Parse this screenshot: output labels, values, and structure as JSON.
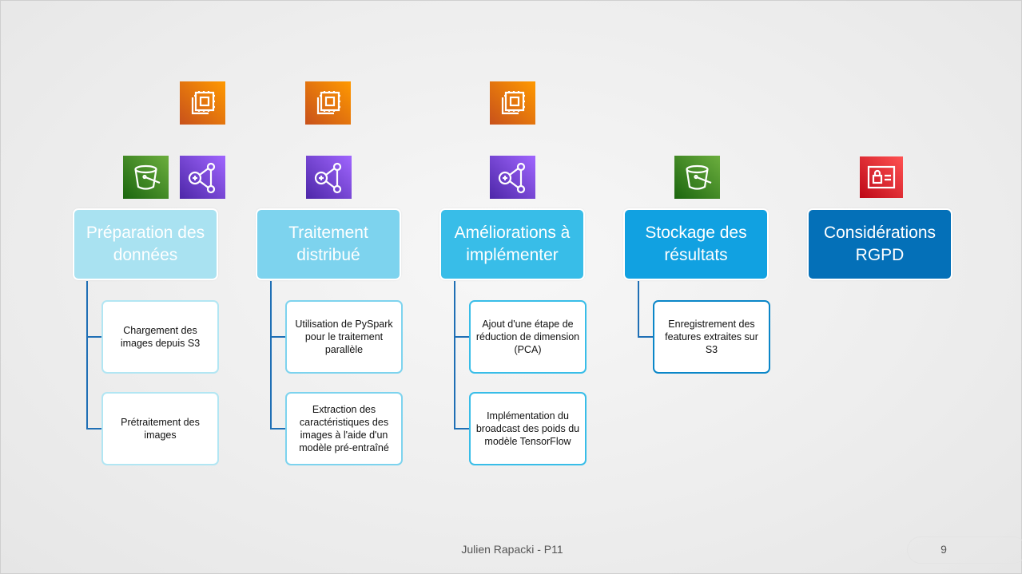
{
  "columns": [
    {
      "title": "Préparation des données",
      "color": "#a9e2f1",
      "icons": [
        "ec2-icon",
        "s3-bucket-icon",
        "step-functions-icon"
      ],
      "items": [
        "Chargement des images depuis S3",
        "Prétraitement des images"
      ]
    },
    {
      "title": "Traitement distribué",
      "color": "#7dd3ee",
      "icons": [
        "ec2-icon",
        "step-functions-icon"
      ],
      "items": [
        "Utilisation de PySpark pour le traitement parallèle",
        "Extraction des caractéristiques des images à l'aide d'un modèle pré-entraîné"
      ]
    },
    {
      "title": "Améliorations à implémenter",
      "color": "#38bde8",
      "icons": [
        "ec2-icon",
        "step-functions-icon"
      ],
      "items": [
        "Ajout d'une étape de réduction de dimension (PCA)",
        "Implémentation du broadcast des poids du modèle TensorFlow"
      ]
    },
    {
      "title": "Stockage des résultats",
      "color": "#11a1e1",
      "icons": [
        "s3-bucket-icon"
      ],
      "items": [
        "Enregistrement des features extraites sur S3"
      ]
    },
    {
      "title": "Considérations RGPD",
      "color": "#0470b8",
      "icons": [
        "security-card-icon"
      ],
      "items": []
    }
  ],
  "footer": {
    "author": "Julien Rapacki - P11",
    "page": "9"
  }
}
